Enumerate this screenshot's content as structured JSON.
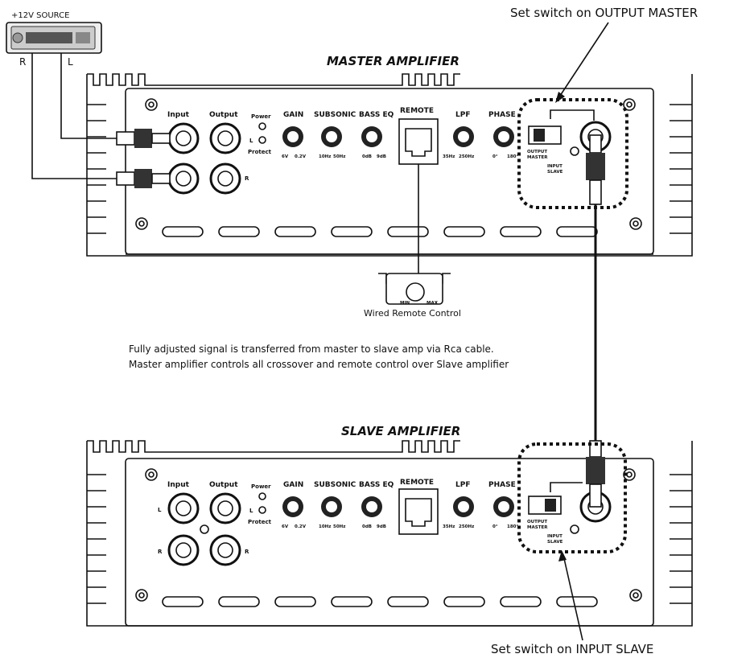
{
  "source": {
    "label": "+12V SOURCE",
    "right": "R",
    "left": "L"
  },
  "callouts": {
    "top": "Set switch on OUTPUT MASTER",
    "bottom": "Set switch on INPUT SLAVE"
  },
  "master": {
    "title": "MASTER AMPLIFIER"
  },
  "slave": {
    "title": "SLAVE AMPLIFIER"
  },
  "panel": {
    "input": "Input",
    "output": "Output",
    "power": "Power",
    "protect": "Protect",
    "l": "L",
    "r": "R",
    "gain": "GAIN",
    "gain_min": "6V",
    "gain_max": "0.2V",
    "subsonic": "SUBSONIC",
    "sub_min": "10Hz",
    "sub_max": "50Hz",
    "basseq": "BASS EQ",
    "bass_min": "0dB",
    "bass_max": "9dB",
    "remote": "REMOTE",
    "lpf": "LPF",
    "lpf_min": "35Hz",
    "lpf_max": "250Hz",
    "phase": "PHASE",
    "phase_min": "0°",
    "phase_max": "180°",
    "sw_output": "OUTPUT",
    "sw_master": "MASTER",
    "sw_input": "INPUT",
    "sw_slave": "SLAVE"
  },
  "remote_control": {
    "label": "Wired Remote Control",
    "min": "MIN",
    "max": "MAX"
  },
  "note": {
    "line1": "Fully adjusted signal is transferred from master to slave amp via Rca cable.",
    "line2": "Master amplifier controls all crossover and remote control over Slave amplifier"
  }
}
